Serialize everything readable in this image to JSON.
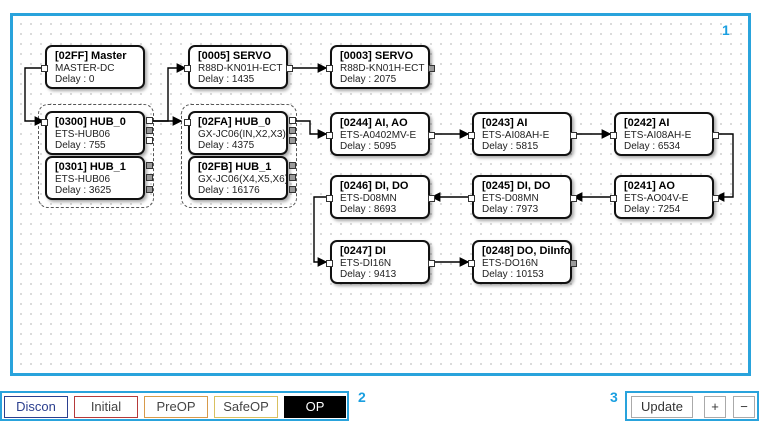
{
  "zones": {
    "topology_num": "1",
    "state_num": "2",
    "zoom_num": "3"
  },
  "nodes": {
    "master": {
      "title": "[02FF] Master",
      "model": "MASTER-DC",
      "delay": "Delay : 0"
    },
    "hub0_0300": {
      "title": "[0300] HUB_0",
      "model": "ETS-HUB06",
      "delay": "Delay : 755"
    },
    "hub1_0301": {
      "title": "[0301] HUB_1",
      "model": "ETS-HUB06",
      "delay": "Delay : 3625"
    },
    "servo_0005": {
      "title": "[0005] SERVO",
      "model": "R88D-KN01H-ECT",
      "delay": "Delay : 1435"
    },
    "servo_0003": {
      "title": "[0003] SERVO",
      "model": "R88D-KN01H-ECT",
      "delay": "Delay : 2075"
    },
    "hub0_02fa": {
      "title": "[02FA] HUB_0",
      "model": "GX-JC06(IN,X2,X3)",
      "delay": "Delay : 4375"
    },
    "hub1_02fb": {
      "title": "[02FB] HUB_1",
      "model": "GX-JC06(X4,X5,X6)",
      "delay": "Delay : 16176"
    },
    "ai_0244": {
      "title": "[0244] AI, AO",
      "model": "ETS-A0402MV-E",
      "delay": "Delay : 5095"
    },
    "ai_0243": {
      "title": "[0243] AI",
      "model": "ETS-AI08AH-E",
      "delay": "Delay : 5815"
    },
    "ai_0242": {
      "title": "[0242] AI",
      "model": "ETS-AI08AH-E",
      "delay": "Delay : 6534"
    },
    "ao_0241": {
      "title": "[0241] AO",
      "model": "ETS-AO04V-E",
      "delay": "Delay : 7254"
    },
    "dido_0245": {
      "title": "[0245] DI, DO",
      "model": "ETS-D08MN",
      "delay": "Delay : 7973"
    },
    "dido_0246": {
      "title": "[0246] DI, DO",
      "model": "ETS-D08MN",
      "delay": "Delay : 8693"
    },
    "di_0247": {
      "title": "[0247] DI",
      "model": "ETS-DI16N",
      "delay": "Delay : 9413"
    },
    "do_0248": {
      "title": "[0248] DO, DiInfo",
      "model": "ETS-DO16N",
      "delay": "Delay : 10153"
    }
  },
  "state_buttons": {
    "discon": {
      "label": "Discon",
      "color": "#2b3f8f"
    },
    "initial": {
      "label": "Initial",
      "color": "#b53a3a"
    },
    "preop": {
      "label": "PreOP",
      "color": "#d79a4a"
    },
    "safeop": {
      "label": "SafeOP",
      "color": "#d9c060"
    },
    "op": {
      "label": "OP",
      "color": "#000000"
    }
  },
  "zoom": {
    "update_label": "Update",
    "plus_label": "+",
    "minus_label": "−"
  },
  "colors": {
    "accent": "#29a3dc",
    "port_active": "#9a9a9a"
  }
}
